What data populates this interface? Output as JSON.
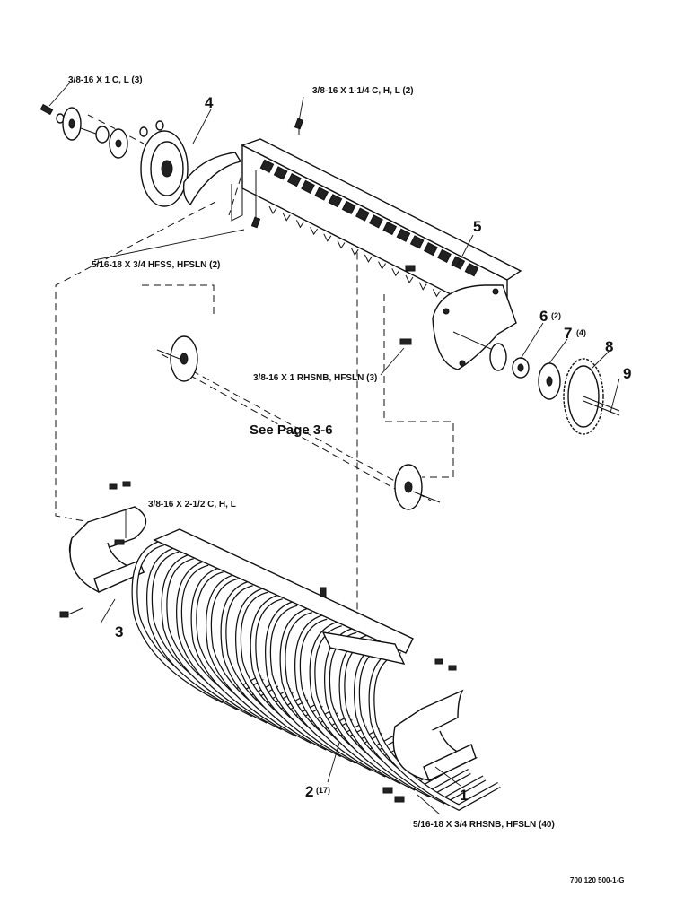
{
  "callouts": {
    "c1": "1",
    "c2": "2",
    "c2_qty": "(17)",
    "c3": "3",
    "c4": "4",
    "c5": "5",
    "c6": "6",
    "c6_qty": "(2)",
    "c7": "7",
    "c7_qty": "(4)",
    "c8": "8",
    "c9": "9"
  },
  "hardware": {
    "h1": "3/8-16 X 1 C, L (3)",
    "h2": "3/8-16 X 1-1/4 C, H, L (2)",
    "h3": "5/16-18 X 3/4 HFSS, HFSLN (2)",
    "h4": "3/8-16 X 1 RHSNB, HFSLN (3)",
    "h5": "3/8-16 X 2-1/2 C, H, L",
    "h6": "5/16-18 X 3/4 RHSNB, HFSLN (40)"
  },
  "reference": "See Page 3-6",
  "drawing_number": "700 120 500-1-G"
}
